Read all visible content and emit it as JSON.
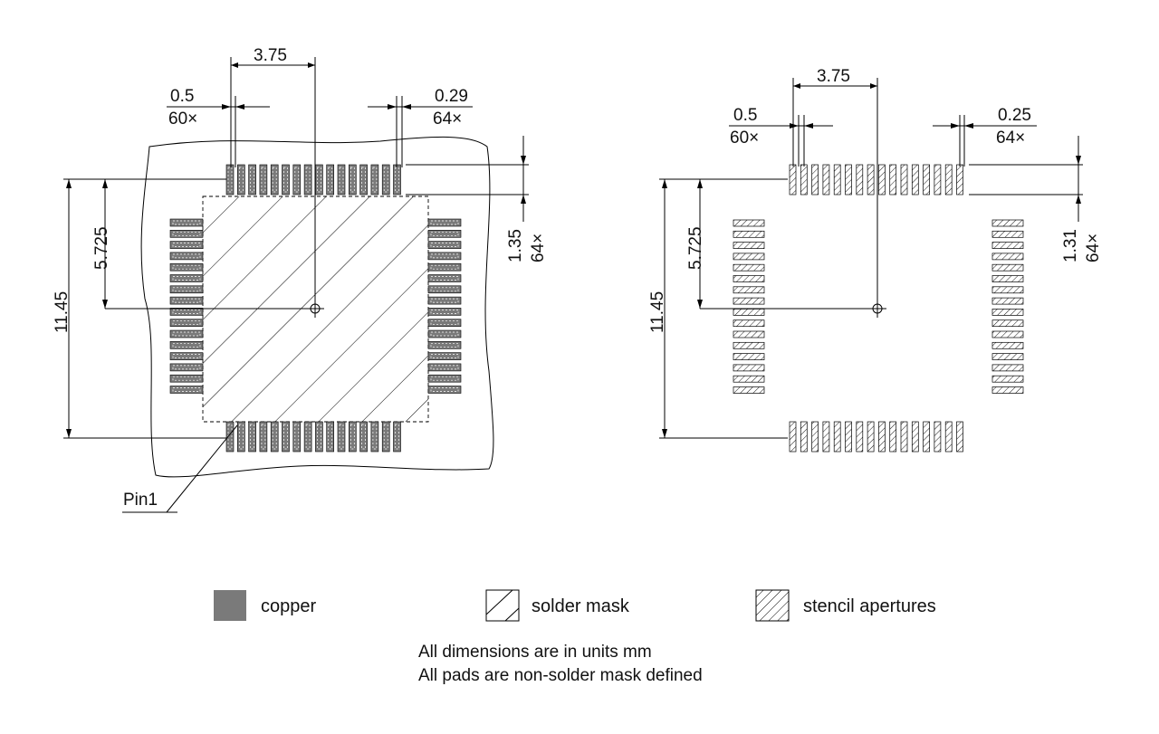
{
  "land_pattern": {
    "pitch": "3.75",
    "pad_pitch": "0.5",
    "pad_pitch_count": "60×",
    "pad_width": "0.29",
    "pad_width_count": "64×",
    "pad_length": "1.35",
    "pad_length_count": "64×",
    "half_span": "5.725",
    "span": "11.45",
    "pin1_label": "Pin1"
  },
  "stencil": {
    "pitch": "3.75",
    "pad_pitch": "0.5",
    "pad_pitch_count": "60×",
    "aperture_width": "0.25",
    "aperture_width_count": "64×",
    "aperture_length": "1.31",
    "aperture_length_count": "64×",
    "half_span": "5.725",
    "span": "11.45"
  },
  "legend": {
    "copper": "copper",
    "solder_mask": "solder mask",
    "stencil": "stencil apertures"
  },
  "notes": {
    "line1": "All dimensions are in units mm",
    "line2": "All pads are non-solder mask defined"
  },
  "colors": {
    "copper": "#7a7a7a",
    "line": "#000000"
  }
}
